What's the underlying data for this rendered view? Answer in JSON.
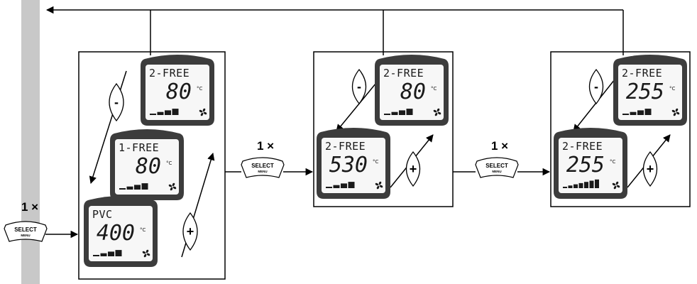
{
  "select_button": {
    "label": "SELECT",
    "sublabel": "MENU"
  },
  "repeat_count": "1 ×",
  "minus_label": "-",
  "plus_label": "+",
  "temp_unit": "°C",
  "screens": [
    {
      "title": "2-FREE",
      "value": "80",
      "bars": 4
    },
    {
      "title": "1-FREE",
      "value": "80",
      "bars": 4
    },
    {
      "title": "PVC",
      "value": "400",
      "bars": 4
    },
    {
      "title": "2-FREE",
      "value": "80",
      "bars": 4
    },
    {
      "title": "2-FREE",
      "value": "530",
      "bars": 4
    },
    {
      "title": "2-FREE",
      "value": "255",
      "bars": 4
    },
    {
      "title": "2-FREE",
      "value": "255",
      "bars": 7
    }
  ],
  "colors": {
    "side_bar": "#c8c8c8",
    "display_body": "#3c3c3c",
    "lcd": "#f7f7f7"
  },
  "icons": [
    "fan-icon",
    "level-bars-icon",
    "select-button",
    "minus-button",
    "plus-button"
  ]
}
